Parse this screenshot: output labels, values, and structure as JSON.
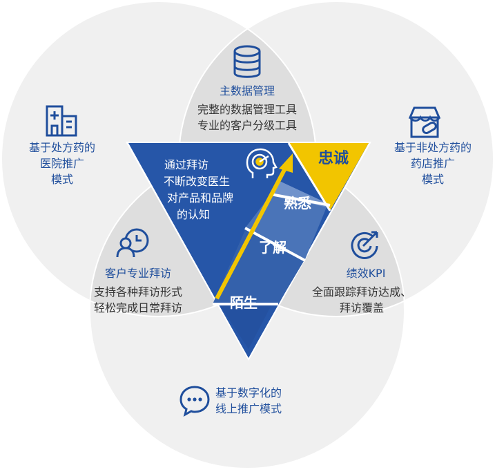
{
  "colors": {
    "outer_circle": "#f0f0f0",
    "inner_band": "#dedede",
    "triangle": "#2656a8",
    "band_dark": "#2f5ea6",
    "band_mid": "#4671b5",
    "band_light": "#7193cb",
    "tip": "#f2c500",
    "icon_blue": "#1f4e9c"
  },
  "top": {
    "icon": "database-icon",
    "title": "主数据管理",
    "line1": "完整的数据管理工具",
    "line2": "专业的客户分级工具"
  },
  "left_outer": {
    "icon": "hospital-icon",
    "line1": "基于处方药的",
    "line2": "医院推广",
    "line3": "模式"
  },
  "right_outer": {
    "icon": "store-icon",
    "line1": "基于非处方药的",
    "line2": "药店推广",
    "line3": "模式"
  },
  "bottom_outer": {
    "icon": "chat-icon",
    "line1": "基于数字化的",
    "line2": "线上推广模式"
  },
  "left_inner": {
    "icon": "user-clock-icon",
    "title": "客户专业拜访",
    "line1": "支持各种拜访形式",
    "line2": "轻松完成日常拜访"
  },
  "right_inner": {
    "icon": "target-icon",
    "title": "绩效KPI",
    "line1": "全面跟踪拜访达成、",
    "line2": "拜访覆盖"
  },
  "center": {
    "icon": "head-target-icon",
    "line1": "通过拜访",
    "line2": "不断改变医生",
    "line3": "对产品和品牌",
    "line4": "的认知"
  },
  "stages": {
    "stage1": "陌生",
    "stage2": "了解",
    "stage3": "熟悉",
    "stage4": "忠诚"
  }
}
